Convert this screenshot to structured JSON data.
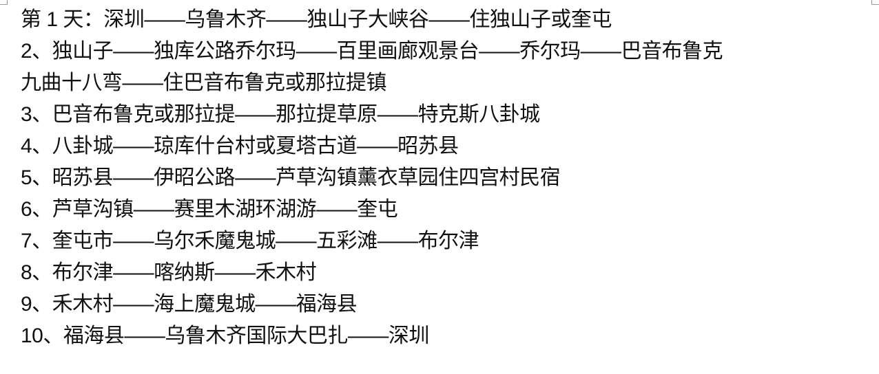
{
  "lines": [
    "第 1 天：深圳——乌鲁木齐——独山子大峡谷——住独山子或奎屯",
    "2、独山子——独库公路乔尔玛——百里画廊观景台——乔尔玛——巴音布鲁克",
    "九曲十八弯——住巴音布鲁克或那拉提镇",
    "3、巴音布鲁克或那拉提——那拉提草原——特克斯八卦城",
    "4、八卦城——琼库什台村或夏塔古道——昭苏县",
    "5、昭苏县——伊昭公路——芦草沟镇薰衣草园住四宫村民宿",
    "6、芦草沟镇——赛里木湖环湖游——奎屯",
    "7、奎屯市——乌尔禾魔鬼城——五彩滩——布尔津",
    "8、布尔津——喀纳斯——禾木村",
    "9、禾木村——海上魔鬼城——福海县",
    "10、福海县——乌鲁木齐国际大巴扎——深圳"
  ]
}
